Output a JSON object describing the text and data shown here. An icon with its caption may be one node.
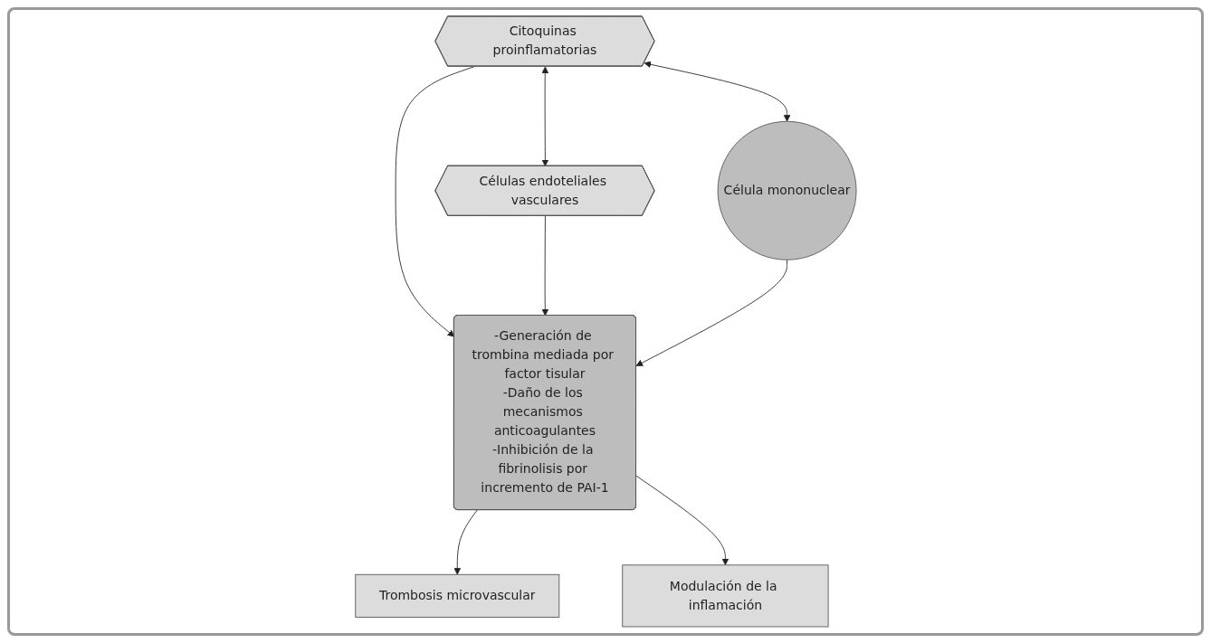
{
  "diagram": {
    "nodes": [
      {
        "text": [
          "Citoquinas proinflamatorias"
        ]
      },
      {
        "text": [
          "Células endoteliales vasculares"
        ]
      },
      {
        "text": [
          "Célula mononuclear"
        ]
      },
      {
        "text": [
          "-Generación de trombina mediada por factor tisular",
          "-Daño de los mecanismos anticoagulantes",
          "-Inhibición de la fibrinolisis por incremento de PAI-1"
        ]
      },
      {
        "text": [
          "Trombosis microvascular"
        ]
      },
      {
        "text": [
          "Modulación de la inflamación"
        ]
      }
    ],
    "edges": [
      {
        "from": 0,
        "to": 1,
        "arrow": "both"
      },
      {
        "from": 0,
        "to": 2,
        "arrow": "both"
      },
      {
        "from": 0,
        "to": 3,
        "arrow": "to"
      },
      {
        "from": 1,
        "to": 3,
        "arrow": "to"
      },
      {
        "from": 2,
        "to": 3,
        "arrow": "to"
      },
      {
        "from": 3,
        "to": 4,
        "arrow": "to"
      },
      {
        "from": 3,
        "to": 5,
        "arrow": "to"
      }
    ]
  }
}
